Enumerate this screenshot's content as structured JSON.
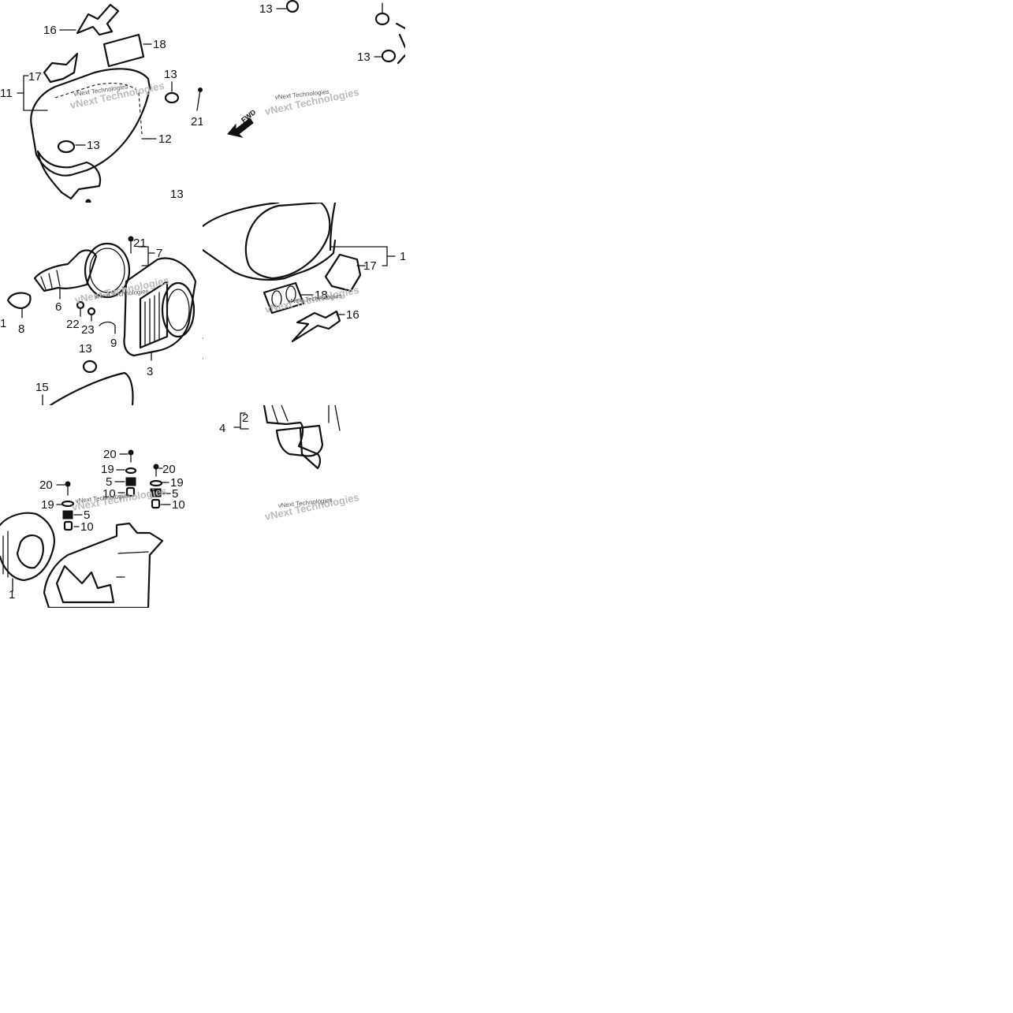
{
  "watermark": {
    "text": "vNext Technologies",
    "shadow": "vNext Technologies"
  },
  "tiles": [
    {
      "id": "t00",
      "labels": [
        "16",
        "18",
        "17",
        "11",
        "13",
        "21",
        "13",
        "12",
        "13"
      ]
    },
    {
      "id": "t01",
      "labels": [
        "13",
        "13"
      ],
      "fwd": "FWD"
    },
    {
      "id": "t10",
      "labels": [
        "21",
        "7",
        "6",
        "8",
        "22",
        "23",
        "9",
        "1",
        "3",
        "13",
        "15"
      ]
    },
    {
      "id": "t11",
      "labels": [
        "1",
        "17",
        "18",
        "16"
      ]
    },
    {
      "id": "t20",
      "labels": [
        "20",
        "19",
        "5",
        "10",
        "20",
        "19",
        "5",
        "10",
        "20",
        "19",
        "5",
        "10",
        "1",
        "4"
      ]
    },
    {
      "id": "t21",
      "labels": [
        "4",
        "2"
      ]
    }
  ]
}
